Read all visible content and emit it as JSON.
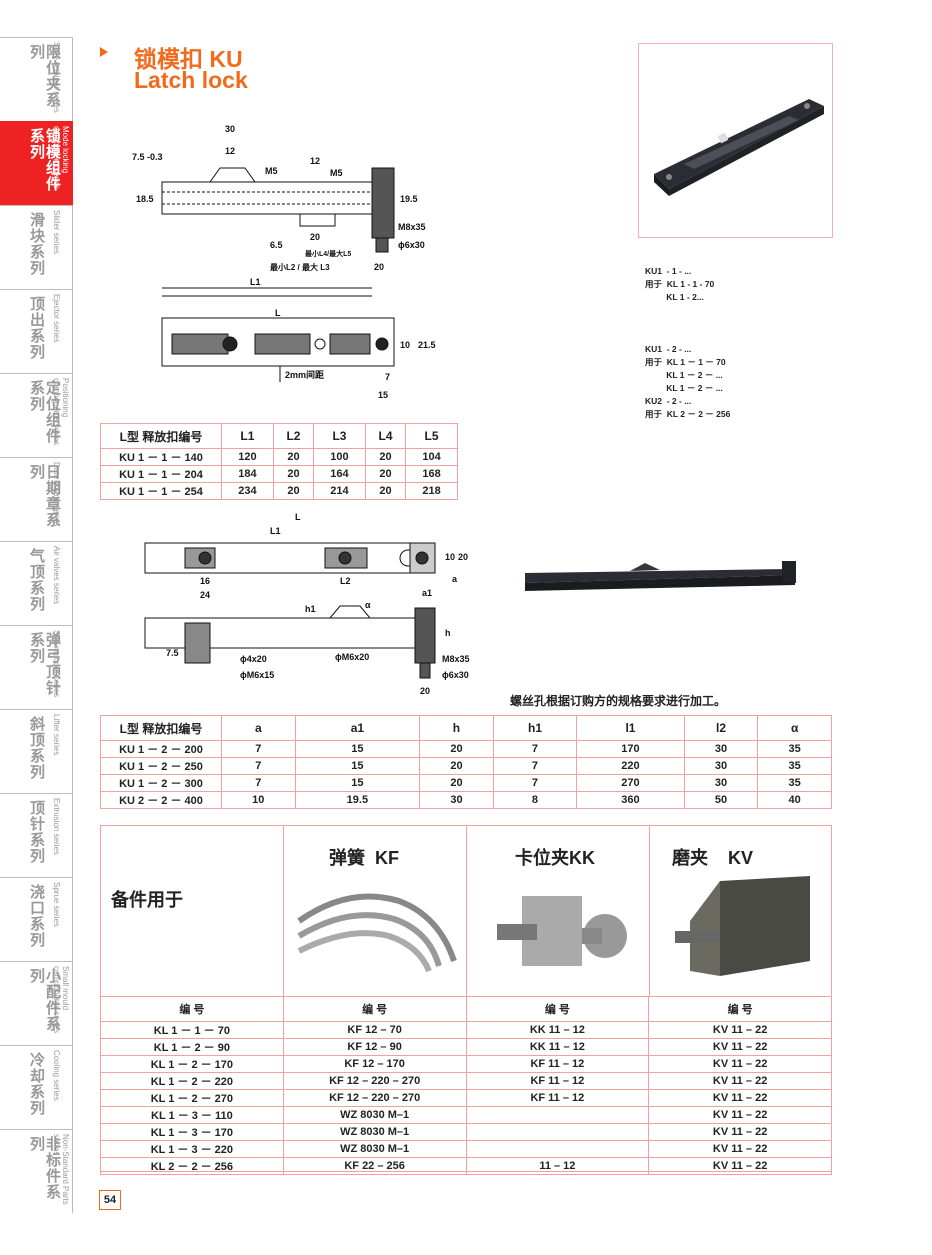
{
  "sidebar": {
    "items": [
      {
        "zh": "限位夹系列",
        "en": "Slide retainer series"
      },
      {
        "zh": "锁模组件系列",
        "en": "Mode locking component series"
      },
      {
        "zh": "滑块系列",
        "en": "Slider series"
      },
      {
        "zh": "顶出系列",
        "en": "Ejector series"
      },
      {
        "zh": "定位组件系列",
        "en": "Positioning components series"
      },
      {
        "zh": "日期章系列",
        "en": "Date stamp series"
      },
      {
        "zh": "气顶系列",
        "en": "Air valves series"
      },
      {
        "zh": "弹弓顶针系列",
        "en": "Sprung core series"
      },
      {
        "zh": "斜顶系列",
        "en": "Lifter series"
      },
      {
        "zh": "顶针系列",
        "en": "Extrusion series"
      },
      {
        "zh": "浇口系列",
        "en": "Sprue series"
      },
      {
        "zh": "小配件系列",
        "en": "Small mould components series"
      },
      {
        "zh": "冷却系列",
        "en": "Cooling series"
      },
      {
        "zh": "非标件系列",
        "en": "Non-Standard Parts series"
      }
    ],
    "active_index": 1
  },
  "header": {
    "title_zh": "锁模扣 KU",
    "title_en": "Latch lock"
  },
  "drawing1": {
    "dims": [
      "30",
      "12",
      "12",
      "M5",
      "M5",
      "7.5 -0.3",
      "18.5",
      "19.5",
      "6.5",
      "20",
      "M8x35",
      "ϕ6x30",
      "最小L4/最大L5",
      "最小L2 / 最大 L3",
      "20",
      "L1",
      "L",
      "10",
      "21.5",
      "7",
      "15",
      "2mm间距"
    ]
  },
  "table1": {
    "headers": [
      "L型 释放扣编号",
      "L1",
      "L2",
      "L3",
      "L4",
      "L5"
    ],
    "rows": [
      [
        "KU 1 － 1 － 140",
        "120",
        "20",
        "100",
        "20",
        "104"
      ],
      [
        "KU 1 － 1 － 204",
        "184",
        "20",
        "164",
        "20",
        "168"
      ],
      [
        "KU 1 － 1 － 254",
        "234",
        "20",
        "214",
        "20",
        "218"
      ]
    ]
  },
  "notes": {
    "block1": "KU1  - 1 - ...\n用于  KL 1 - 1 - 70\n         KL 1 - 2...",
    "block2": "KU1  - 2 - ...\n用于  KL 1 － 1 － 70\n         KL 1 － 2 － ...\n         KL 1 － 2 － ...\nKU2  - 2 - ...\n用于  KL 2 － 2 － 256"
  },
  "drawing2": {
    "dims": [
      "L",
      "L1",
      "16",
      "24",
      "L2",
      "10",
      "20",
      "a",
      "a1",
      "h1",
      "α",
      "h",
      "7.5",
      "ϕ4x20",
      "ϕM6x20",
      "ϕM6x15",
      "M8x35",
      "ϕ6x30",
      "20"
    ]
  },
  "thread_note": "螺丝孔根据订购方的规格要求进行加工。",
  "table2": {
    "headers": [
      "L型 释放扣编号",
      "a",
      "a1",
      "h",
      "h1",
      "l1",
      "l2",
      "α"
    ],
    "rows": [
      [
        "KU 1 － 2 － 200",
        "7",
        "15",
        "20",
        "7",
        "170",
        "30",
        "35"
      ],
      [
        "KU 1 － 2 － 250",
        "7",
        "15",
        "20",
        "7",
        "220",
        "30",
        "35"
      ],
      [
        "KU 1 － 2 － 300",
        "7",
        "15",
        "20",
        "7",
        "270",
        "30",
        "35"
      ],
      [
        "KU 2 － 2 － 400",
        "10",
        "19.5",
        "30",
        "8",
        "360",
        "50",
        "40"
      ]
    ]
  },
  "spares": {
    "label": "备件用于",
    "columns": [
      {
        "zh": "弹簧",
        "code": "KF"
      },
      {
        "zh": "卡位夹",
        "code": "KK"
      },
      {
        "zh": "磨夹",
        "code": "KV"
      }
    ],
    "number_header": "编 号",
    "rows": [
      [
        "KL 1 － 1 － 70",
        "KF 12 – 70",
        "KK 11 – 12",
        "KV 11 – 22"
      ],
      [
        "KL 1 － 2 － 90",
        "KF 12 – 90",
        "KK 11 – 12",
        "KV 11 – 22"
      ],
      [
        "KL 1 － 2 － 170",
        "KF 12 – 170",
        "KF 11 – 12",
        "KV 11 – 22"
      ],
      [
        "KL 1 － 2 － 220",
        "KF 12 – 220 – 270",
        "KF 11 – 12",
        "KV 11 – 22"
      ],
      [
        "KL 1 － 2 － 270",
        "KF 12 – 220 – 270",
        "KF 11 – 12",
        "KV 11 – 22"
      ],
      [
        "KL 1 － 3 － 110",
        "WZ 8030 M–1",
        "",
        "KV 11 – 22"
      ],
      [
        "KL 1 － 3 － 170",
        "WZ 8030 M–1",
        "",
        "KV 11 – 22"
      ],
      [
        "KL 1 － 3 － 220",
        "WZ 8030 M–1",
        "",
        "KV 11 – 22"
      ],
      [
        "KL 2 － 2 － 256",
        "KF 22 – 256",
        "11 – 12",
        "KV 11 – 22"
      ]
    ]
  },
  "page_number": "54",
  "colors": {
    "accent": "#f26b1d",
    "sidebar_active": "#e22222",
    "table_border": "#f2a0a0"
  }
}
